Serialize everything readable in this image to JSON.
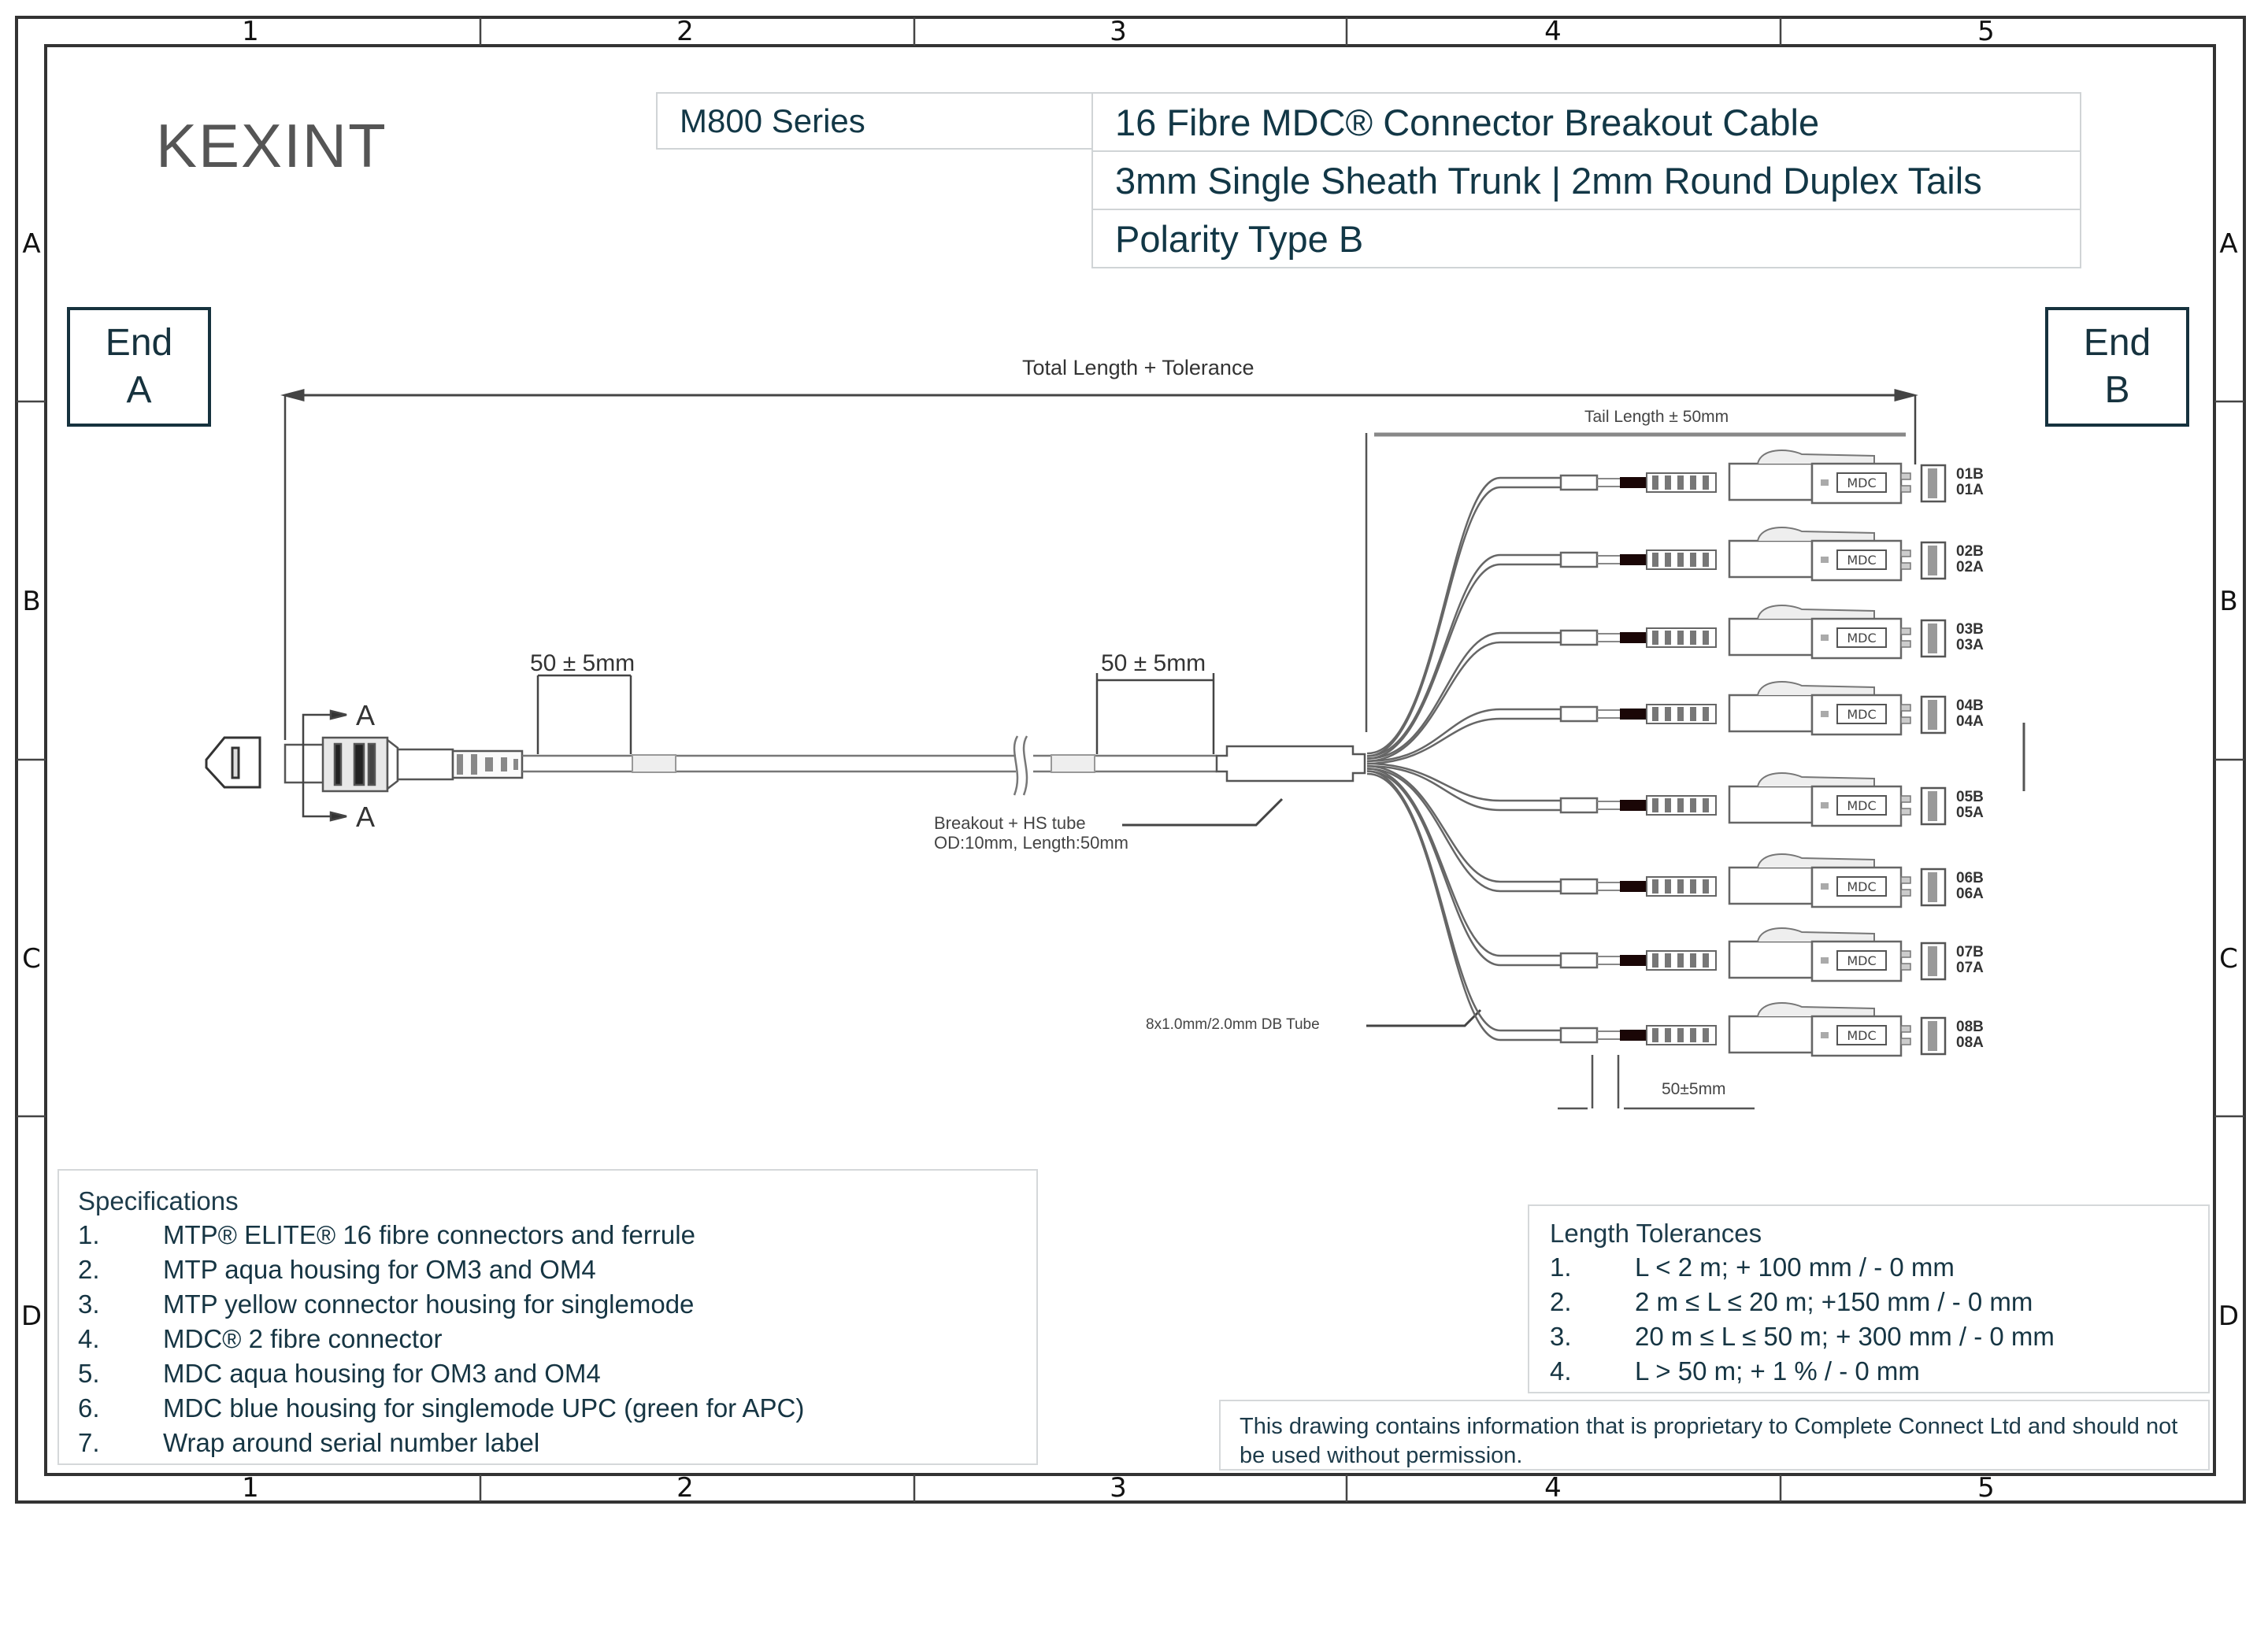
{
  "logo": "KEXINT",
  "title_block": {
    "series": "M800 Series",
    "rows": [
      "16 Fibre MDC® Connector Breakout Cable",
      "3mm Single Sheath Trunk | 2mm Round Duplex Tails",
      "Polarity Type B"
    ]
  },
  "frame": {
    "columns": [
      "1",
      "2",
      "3",
      "4",
      "5"
    ],
    "rows": [
      "A",
      "B",
      "C",
      "D"
    ]
  },
  "ends": {
    "a": {
      "line1": "End",
      "line2": "A"
    },
    "b": {
      "line1": "End",
      "line2": "B"
    }
  },
  "dimensions": {
    "total_length": "Total Length + Tolerance",
    "tail_length": "Tail Length ± 50mm",
    "label_offset_left": "50 ± 5mm",
    "label_offset_trunk": "50 ± 5mm",
    "label_offset_tail": "50±5mm",
    "section_marker": "A",
    "breakout_line1": "Breakout + HS tube",
    "breakout_line2": "OD:10mm, Length:50mm",
    "db_tube": "8x1.0mm/2.0mm DB Tube"
  },
  "connectors": [
    {
      "b": "01B",
      "a": "01A",
      "housing": "MDC"
    },
    {
      "b": "02B",
      "a": "02A",
      "housing": "MDC"
    },
    {
      "b": "03B",
      "a": "03A",
      "housing": "MDC"
    },
    {
      "b": "04B",
      "a": "04A",
      "housing": "MDC"
    },
    {
      "b": "05B",
      "a": "05A",
      "housing": "MDC"
    },
    {
      "b": "06B",
      "a": "06A",
      "housing": "MDC"
    },
    {
      "b": "07B",
      "a": "07A",
      "housing": "MDC"
    },
    {
      "b": "08B",
      "a": "08A",
      "housing": "MDC"
    }
  ],
  "specifications": {
    "heading": "Specifications",
    "items": [
      {
        "num": "1.",
        "text": "MTP® ELITE® 16 fibre connectors and ferrule"
      },
      {
        "num": "2.",
        "text": "MTP aqua housing for OM3 and OM4"
      },
      {
        "num": "3.",
        "text": "MTP yellow connector housing for singlemode"
      },
      {
        "num": "4.",
        "text": "MDC® 2 fibre connector"
      },
      {
        "num": "5.",
        "text": "MDC aqua housing for OM3 and OM4"
      },
      {
        "num": "6.",
        "text": "MDC blue housing for singlemode UPC (green for APC)"
      },
      {
        "num": "7.",
        "text": "Wrap around serial number label"
      }
    ]
  },
  "length_tolerances": {
    "heading": "Length Tolerances",
    "items": [
      {
        "num": "1.",
        "text": "L < 2 m; + 100 mm / - 0 mm"
      },
      {
        "num": "2.",
        "text": "2 m ≤ L ≤ 20 m; +150 mm / - 0 mm"
      },
      {
        "num": "3.",
        "text": "20 m ≤ L ≤ 50 m; + 300 mm / - 0 mm"
      },
      {
        "num": "4.",
        "text": "L > 50 m; + 1 % / - 0 mm"
      }
    ]
  },
  "notice": "This drawing contains information that is proprietary to Complete Connect Ltd and should not be used without permission."
}
